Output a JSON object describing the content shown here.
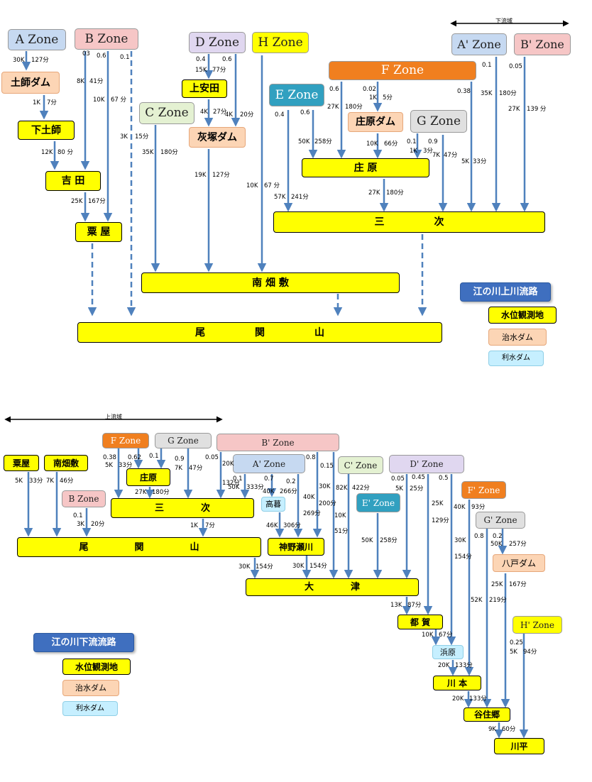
{
  "upper": {
    "span_label": "下流域",
    "zones": {
      "A": "A Zone",
      "B": "B Zone",
      "C": "C Zone",
      "D": "D Zone",
      "H": "H Zone",
      "E": "E Zone",
      "F": "F Zone",
      "G": "G Zone",
      "A2": "A' Zone",
      "B2": "B' Zone"
    },
    "stations": {
      "shimodoshi": "下土師",
      "yoshida": "吉 田",
      "awaya": "粟 屋",
      "kamiyasuda": "上安田",
      "shobara": "庄 原",
      "miyoshi": "三　　　　　次",
      "minamihatajiki": "南 畑 敷",
      "obiseki": "尾　　　　　関　　　　　山"
    },
    "dams": {
      "doshi": "土師ダム",
      "haizuka": "灰塚ダム",
      "shobara": "庄原ダム"
    },
    "legend": {
      "title": "江の川上川流路",
      "station": "水位観測地",
      "dam": "治水ダム",
      "udam": "利水ダム"
    },
    "labels": {
      "a_ratio": "30K",
      "a_time": "127分",
      "doshi_k": "1K",
      "doshi_t": "7分",
      "shimo_k": "12K",
      "shimo_t": "80 分",
      "yoshida_k": "25K",
      "yoshida_t": "167分",
      "b_03": "03",
      "b_06": "0.6",
      "b_01": "0.1",
      "b1_k": "8K",
      "b1_t": "41分",
      "b2_k": "10K",
      "b2_t": "67 分",
      "b3_k": "3K",
      "b3_t": "15分",
      "c_k": "35K",
      "c_t": "180分",
      "d_04": "0.4",
      "d_06": "0.6",
      "d_k": "15K",
      "d_t": "77分",
      "kamiyasuda_k": "4K",
      "kamiyasuda_t": "27分",
      "d2_k": "4K",
      "d2_t": "20分",
      "haizuka_k": "19K",
      "haizuka_t": "127分",
      "h_k": "10K",
      "h_t": "67 分",
      "e_04": "0.4",
      "e_06": "0.6",
      "e1_k": "57K",
      "e1_t": "241分",
      "e2_k": "50K",
      "e2_t": "258分",
      "f_06": "0.6",
      "f_002": "0.02",
      "f_09": "0.9",
      "f_01": "0.1",
      "f_038": "0.38",
      "f1_k": "27K",
      "f1_t": "180分",
      "f2_k": "1K",
      "f2_t": "5分",
      "shobaradam_k": "10K",
      "shobaradam_t": "66分",
      "g_01": "0.1",
      "g_k": "1K",
      "g_t": "3分",
      "g2_k": "7K",
      "g2_t": "47分",
      "f3_k": "5K",
      "f3_t": "33分",
      "shobara_k": "27K",
      "shobara_t": "180分",
      "a2_01": "0.1",
      "a2_k": "35K",
      "a2_t": "180分",
      "b2_005": "0.05",
      "b2x_k": "27K",
      "b2x_t": "139 分"
    }
  },
  "lower": {
    "span_label": "上流域",
    "zones": {
      "F": "F Zone",
      "G": "G Zone",
      "B2": "B' Zone",
      "A2": "A' Zone",
      "C2": "C' Zone",
      "D2": "D' Zone",
      "B": "B Zone",
      "E2": "E' Zone",
      "F2": "F' Zone",
      "G2": "G' Zone",
      "H2": "H' Zone"
    },
    "stations": {
      "awaya": "粟屋",
      "minamihatajiki": "南畑敷",
      "shobara": "庄原",
      "miyoshi": "三　　　　次",
      "obiseki": "尾　　　　　関　　　　　山",
      "kannose": "神野瀬川",
      "otsu": "大　　　　津",
      "tsuga": "都 賀",
      "kawamoto": "川 本",
      "tanizumigo": "谷住郷",
      "kawahira": "川平"
    },
    "dams": {
      "hachido": "八戸ダム"
    },
    "udams": {
      "takagi": "高暮",
      "hamahara": "浜原"
    },
    "legend": {
      "title": "江の川下流流路",
      "station": "水位観測地",
      "dam": "治水ダム",
      "udam": "利水ダム"
    },
    "labels": {
      "awaya_k": "5K",
      "awaya_t": "33分",
      "minami_k": "7K",
      "minami_t": "46分",
      "f_038": "0.38",
      "f_062": "0.62",
      "g_01": "0.1",
      "g_09": "0.9",
      "b2_005": "0.05",
      "f_k": "5K",
      "f_t": "33分",
      "shobara_k": "27K",
      "shobara_t": "180分",
      "g_k": "7K",
      "g_t": "47分",
      "b2v_k": "20K",
      "b2v_t": "132分",
      "bzone_01": "0.1",
      "bzone_k": "3K",
      "bzone_t": "20分",
      "miyoshi_k": "1K",
      "miyoshi_t": "7分",
      "a2_01": "0.1",
      "a2_07": "0.7",
      "a2_02": "0.2",
      "a2_k": "50K",
      "a2_t": "333分",
      "takagi_k": "40K",
      "takagi_t": "266分",
      "takagi2_k": "46K",
      "takagi2_t": "306分",
      "b2_08": "0.8",
      "b2_015": "0.15",
      "b2a_k": "40K",
      "b2a_t": "269分",
      "b2b_k": "30K",
      "b2b_t": "200分",
      "b2c_k": "10K",
      "b2c_t": "51分",
      "obi_k": "30K",
      "obi_t": "154分",
      "kan_k": "30K",
      "kan_t": "154分",
      "c2_k": "82K",
      "c2_t": "422分",
      "e2_k": "50K",
      "e2_t": "258分",
      "d2_005": "0.05",
      "d2_045": "0.45",
      "d2_05": "0.5",
      "d2_k": "5K",
      "d2_t": "25分",
      "d2a_k": "25K",
      "d2a_t": "129分",
      "d2b_k": "30K",
      "d2b_t": "154分",
      "otsu_k": "13K",
      "otsu_t": "87分",
      "f2_k": "40K",
      "f2_t": "93分",
      "f2b_k": "52K",
      "f2b_t": "219分",
      "g2_08": "0.8",
      "g2_02": "0.2",
      "g2_k": "50K",
      "g2_t": "257分",
      "hachido_k": "25K",
      "hachido_t": "167分",
      "tsuga_k": "10K",
      "tsuga_t": "67分",
      "hama_k": "20K",
      "hama_t": "133分",
      "kawamoto_k": "20K",
      "kawamoto_t": "133分",
      "h2_025": "0.25",
      "h2_k": "5K",
      "h2_t": "94分",
      "tani_k": "9K",
      "tani_t": "60分"
    }
  }
}
